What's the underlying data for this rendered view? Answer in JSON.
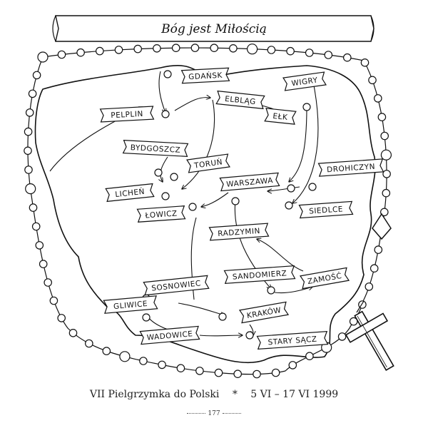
{
  "banner": "Bóg jest Miłością",
  "caption": {
    "left": "VII Pielgrzymka do Polski",
    "separator": "*",
    "right": "5 VI – 17 VI 1999"
  },
  "page_number": "177",
  "cities": [
    {
      "id": "gdansk",
      "label": "GDAŃSK"
    },
    {
      "id": "wigry",
      "label": "WIGRY"
    },
    {
      "id": "pelplin",
      "label": "PELPLIN"
    },
    {
      "id": "elblag",
      "label": "ELBLĄG"
    },
    {
      "id": "elk",
      "label": "EŁK"
    },
    {
      "id": "bydgoszcz",
      "label": "BYDGOSZCZ"
    },
    {
      "id": "torun",
      "label": "TORUŃ"
    },
    {
      "id": "drohiczyn",
      "label": "DROHICZYN"
    },
    {
      "id": "warszawa",
      "label": "WARSZAWA"
    },
    {
      "id": "lichen",
      "label": "LICHEŃ"
    },
    {
      "id": "siedlce",
      "label": "SIEDLCE"
    },
    {
      "id": "lowicz",
      "label": "ŁOWICZ"
    },
    {
      "id": "radzymin",
      "label": "RADZYMIN"
    },
    {
      "id": "sandomierz",
      "label": "SANDOMIERZ"
    },
    {
      "id": "zamosc",
      "label": "ZAMOŚĆ"
    },
    {
      "id": "sosnowiec",
      "label": "SOSNOWIEC"
    },
    {
      "id": "gliwice",
      "label": "GLIWICE"
    },
    {
      "id": "krakow",
      "label": "KRAKÓW"
    },
    {
      "id": "wadowice",
      "label": "WADOWICE"
    },
    {
      "id": "stary_sacz",
      "label": "STARY SĄCZ"
    }
  ]
}
